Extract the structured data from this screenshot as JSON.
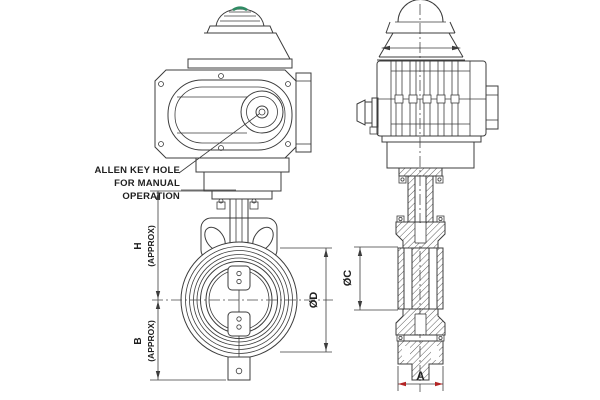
{
  "labels": {
    "note": {
      "line1": "ALLEN KEY HOLE",
      "line2": "FOR MANUAL",
      "line3": "OPERATION"
    },
    "dim_h": "H",
    "dim_h_approx": "(APPROX)",
    "dim_b": "B",
    "dim_b_approx": "(APPROX)",
    "dim_d": "ØD",
    "dim_c": "ØC",
    "dim_a": "A"
  },
  "colors": {
    "ink": "#3c3c3c",
    "dimension_red": "#b32424",
    "indicator_green": "#2f8a63",
    "background": "#ffffff"
  }
}
